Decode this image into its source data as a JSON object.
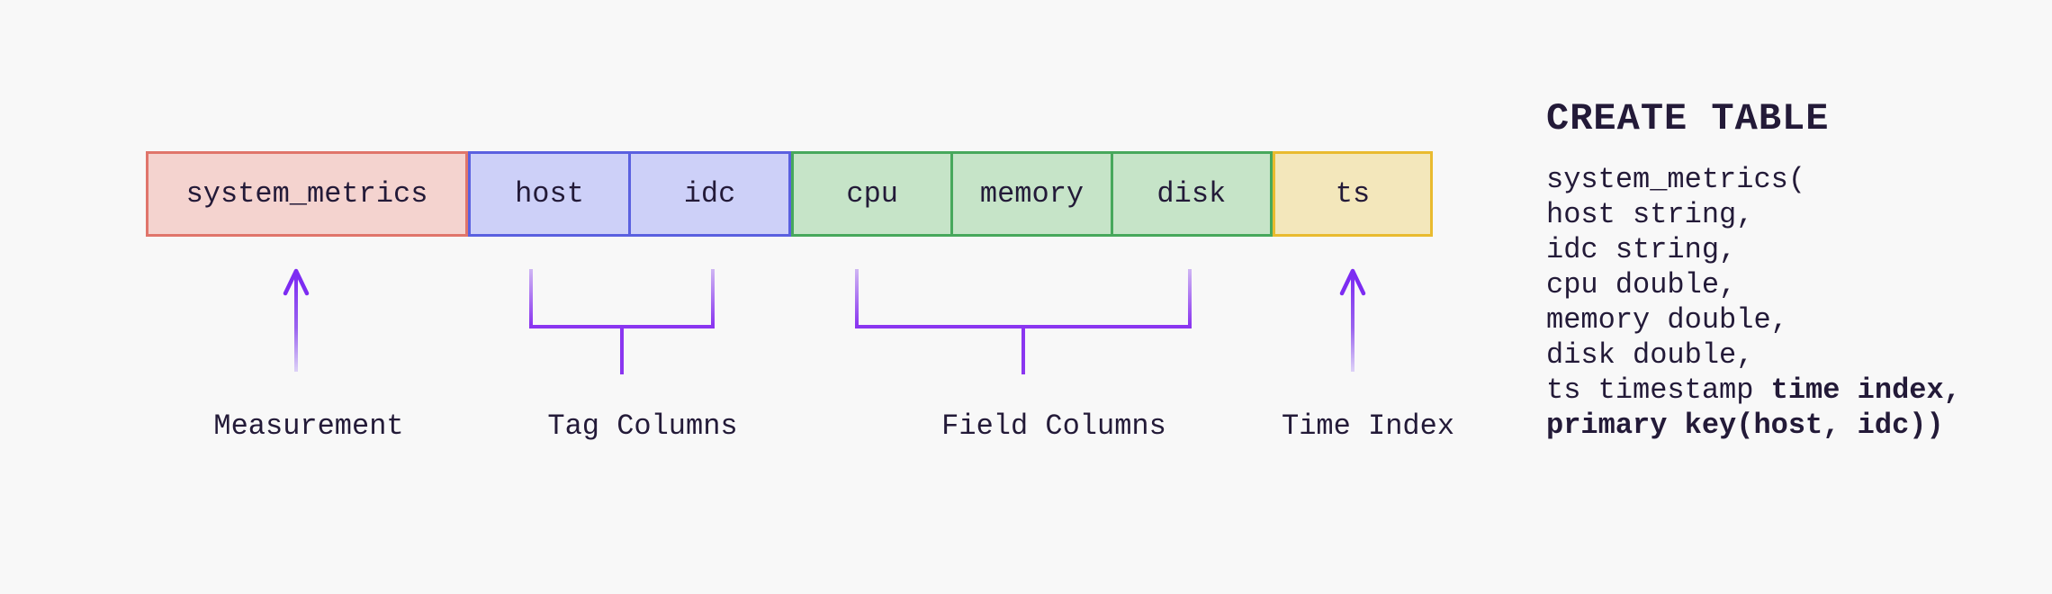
{
  "diagram": {
    "measurement": {
      "label": "system_metrics",
      "caption": "Measurement"
    },
    "tags": {
      "columns": [
        "host",
        "idc"
      ],
      "caption": "Tag Columns"
    },
    "fields": {
      "columns": [
        "cpu",
        "memory",
        "disk"
      ],
      "caption": "Field Columns"
    },
    "time": {
      "label": "ts",
      "caption": "Time Index"
    }
  },
  "code": {
    "heading": "CREATE TABLE",
    "lines": [
      {
        "normal": "system_metrics(",
        "bold": ""
      },
      {
        "normal": "host string,",
        "bold": ""
      },
      {
        "normal": "idc string,",
        "bold": ""
      },
      {
        "normal": "cpu double,",
        "bold": ""
      },
      {
        "normal": "memory double,",
        "bold": ""
      },
      {
        "normal": "disk double,",
        "bold": ""
      },
      {
        "normal": "ts timestamp ",
        "bold": "time index,"
      },
      {
        "normal": "",
        "bold": "primary key(host, idc))"
      }
    ]
  },
  "colors": {
    "background": "#f8f8f8",
    "ink": "#231a38",
    "accent_purple": "#8b36f0",
    "measurement_fill": "#f4d3cf",
    "measurement_border": "#e0756b",
    "tag_fill": "#cdd0f8",
    "tag_border": "#5a60e0",
    "field_fill": "#c6e4c8",
    "field_border": "#47a85c",
    "time_fill": "#f3e7bb",
    "time_border": "#e9bb2f"
  }
}
